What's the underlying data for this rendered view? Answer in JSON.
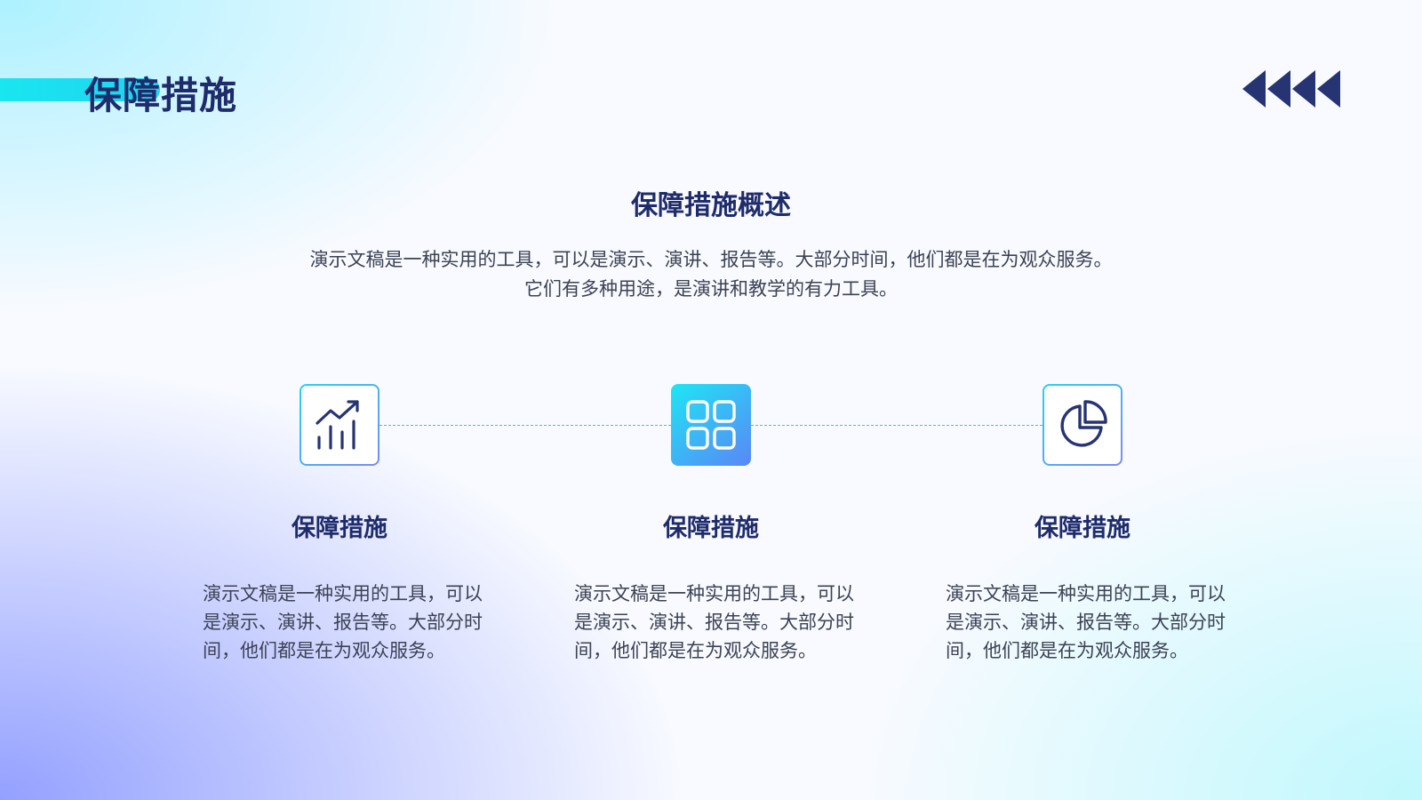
{
  "header": {
    "title": "保障措施",
    "chevrons_icon": "double-chevron-left-icon"
  },
  "overview": {
    "title": "保障措施概述",
    "description_line1": "演示文稿是一种实用的工具，可以是演示、演讲、报告等。大部分时间，他们都是在为观众服务。",
    "description_line2": "它们有多种用途，是演讲和教学的有力工具。"
  },
  "cards": [
    {
      "icon": "bar-chart-trend-icon",
      "title": "保障措施",
      "text": "演示文稿是一种实用的工具，可以是演示、演讲、报告等。大部分时间，他们都是在为观众服务。"
    },
    {
      "icon": "grid-icon",
      "title": "保障措施",
      "text": "演示文稿是一种实用的工具，可以是演示、演讲、报告等。大部分时间，他们都是在为观众服务。"
    },
    {
      "icon": "pie-chart-icon",
      "title": "保障措施",
      "text": "演示文稿是一种实用的工具，可以是演示、演讲、报告等。大部分时间，他们都是在为观众服务。"
    }
  ],
  "colors": {
    "title_navy": "#1f2c6b",
    "accent_cyan": "#19e6ef",
    "accent_blue": "#5a86f7",
    "connector": "#3cc2dc",
    "body_text": "#3c4254"
  }
}
